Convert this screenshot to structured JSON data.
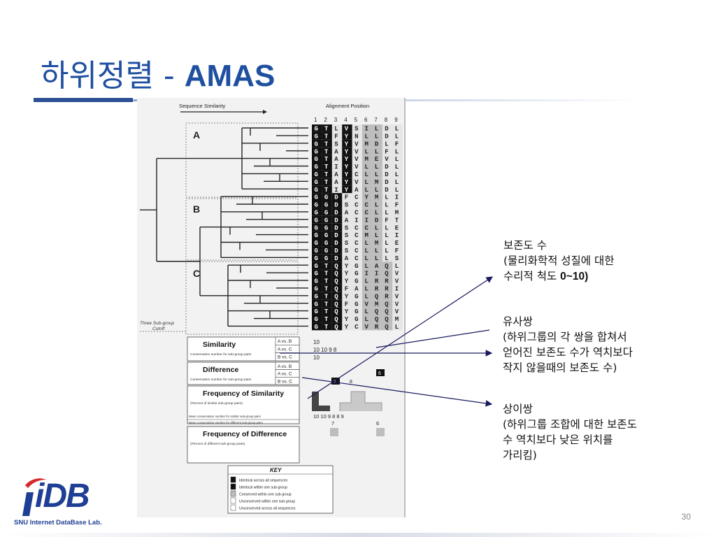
{
  "slide": {
    "title_korean": "하위정렬",
    "title_separator": " - ",
    "title_latin": "AMAS",
    "page_number": "30",
    "accent_color": "#1f4fa0"
  },
  "figure": {
    "header_left": "Sequence Similarity",
    "header_right": "Alignment Position",
    "position_numbers": [
      "1",
      "2",
      "3",
      "4",
      "5",
      "6",
      "7",
      "8",
      "9"
    ],
    "group_labels": [
      "A",
      "B",
      "C"
    ],
    "three_subgroup_label": "Three Sub-group",
    "cutoff_label": "Cutoff",
    "rows": [
      {
        "name": "Similarity",
        "sub": "Conservation number for sub-group pairs",
        "pairs": [
          "A vs. B",
          "A vs. C",
          "B vs. C"
        ]
      },
      {
        "name": "Difference",
        "sub": "Conservation number for sub-group pairs",
        "pairs": [
          "A vs. B",
          "A vs. C",
          "B vs. C"
        ]
      },
      {
        "name": "Frequency of Similarity",
        "sub": "(Percent of similar sub-group pairs)",
        "pairs": []
      },
      {
        "name": "Frequency of Difference",
        "sub": "(Percent of different sub-group pairs)",
        "pairs": []
      }
    ],
    "mean_similar_label": "Mean conservation number for similar sub-group pairs",
    "mean_different_label": "Mean conservation number for different sub-group pairs",
    "similarity_values": [
      "10",
      "10 10   9   8",
      "10"
    ],
    "difference_values": [
      "7",
      "8",
      "6"
    ],
    "mean_similar_values": "10 10   9 8 8 9",
    "mean_different_values": [
      "7",
      "6"
    ],
    "key_title": "KEY",
    "key_items": [
      "Identical across all sequences",
      "Identical within one sub-group",
      "Conserved within one sub-group",
      "Unconserved within one sub-group",
      "Unconserved across all sequences"
    ],
    "alignment_rows": [
      "GTLVSILDL",
      "GTFYNLLDL",
      "GTSYVMDLF",
      "GTAYVLLFL",
      "GTAYVMEVL",
      "GTIYVLLDL",
      "GTAYCLLDL",
      "GTAYVLMDL",
      "GTIYALLDL",
      "GGDFCYMLI",
      "GGDSCCLLF",
      "GGDACCLLM",
      "GGDAIIDFT",
      "GGDSCCLLE",
      "GGDSCMLLI",
      "GGDSCLMLE",
      "GGDSCLLLF",
      "GGDACLLLS",
      "GTQYGLAQL",
      "GTQYGIIQV",
      "GTQYGLRRV",
      "GTQFALRRI",
      "GTQYGLQRV",
      "GTQFGVMQV",
      "GTQYGLQQV",
      "GTQYGLQQM",
      "GTQYCVRQL"
    ]
  },
  "notes": {
    "conservation": {
      "line1": "보존도 수",
      "line2": "(물리화학적 성질에 대한",
      "line3_text": "수리적 척도 ",
      "line3_bold": "0~10)"
    },
    "similar_pair": {
      "line1": "유사쌍",
      "line2": "(하위그룹의 각 쌍을 합쳐서",
      "line3": "얻어진 보존도 수가 역치보다",
      "line4": "작지 않을때의 보존도 수)"
    },
    "different_pair": {
      "line1": "상이쌍",
      "line2": "(하위그룹 조합에 대한 보존도",
      "line3": "수 역치보다 낮은 위치를",
      "line4": "가리킴)"
    }
  },
  "logo": {
    "letters": "iDB",
    "caption": "SNU Internet DataBase Lab."
  }
}
